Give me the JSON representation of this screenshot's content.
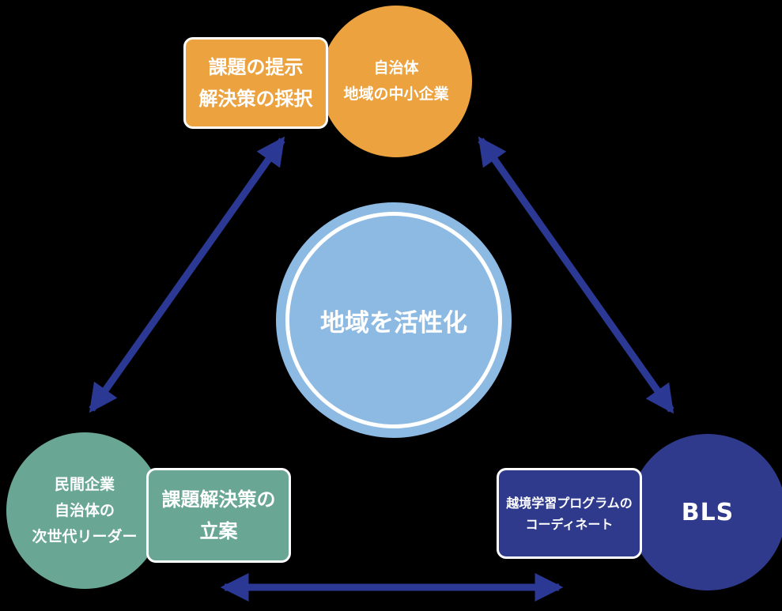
{
  "colors": {
    "background": "#000000",
    "orange": "#ECA23F",
    "green": "#69A794",
    "navy": "#2F3A8D",
    "light_blue": "#8DBAE3",
    "arrow": "#2B3894",
    "text": "#FFFFFF"
  },
  "center_circle": {
    "label": "地域を活性化"
  },
  "top_node": {
    "circle_line1": "自治体",
    "circle_line2": "地域の中小企業",
    "box_line1": "課題の提示",
    "box_line2": "解決策の採択"
  },
  "left_node": {
    "circle_line1": "民間企業",
    "circle_line2": "自治体の",
    "circle_line3": "次世代リーダー",
    "box_line1": "課題解決策の",
    "box_line2": "立案"
  },
  "right_node": {
    "circle_label": "BLS",
    "box_line1": "越境学習プログラムの",
    "box_line2": "コーディネート"
  },
  "arrows": [
    {
      "between": [
        "left_node",
        "top_node"
      ],
      "bidirectional": true
    },
    {
      "between": [
        "top_node",
        "right_node"
      ],
      "bidirectional": true
    },
    {
      "between": [
        "left_node",
        "right_node"
      ],
      "bidirectional": true
    }
  ]
}
